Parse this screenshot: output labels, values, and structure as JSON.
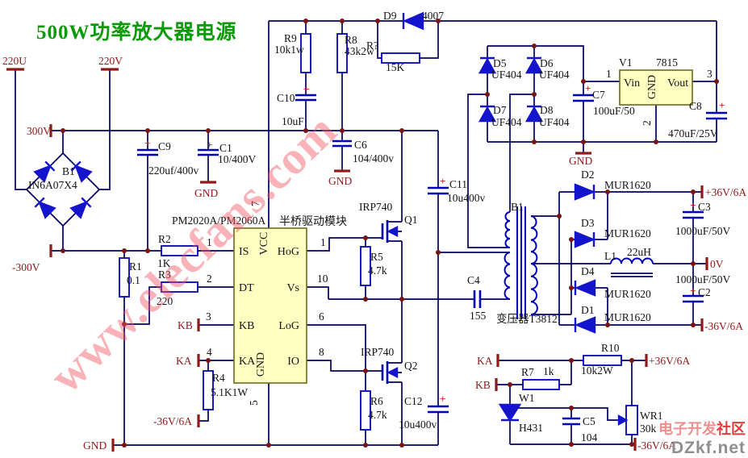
{
  "title": "500W功率放大器电源",
  "watermark": {
    "main": "www.elecfans.com",
    "cn1": "电子开发",
    "cn2": "社区",
    "net": "DZkf.net"
  },
  "sym": {
    "plus": "+"
  },
  "term": {
    "t220u": "220U",
    "t220v": "220V",
    "p300": "300V",
    "n300": "-300V",
    "gnd": "GND",
    "kb": "KB",
    "ka": "KA",
    "p36": "+36V/6A",
    "n36": "-36V/6A",
    "zero": "0V"
  },
  "ic": {
    "part": "PM2020A/PM2060A",
    "desc": "半桥驱动模块",
    "is": "IS",
    "dt": "DT",
    "kb": "KB",
    "ka": "KA",
    "vcc": "VCC",
    "gnd": "GND",
    "hog": "HoG",
    "vs": "Vs",
    "log": "LoG",
    "io": "IO",
    "p1": "1",
    "p2": "2",
    "p3": "3",
    "p4": "4",
    "p5": "5",
    "p6": "6",
    "p7": "7",
    "p8": "8",
    "p10": "10"
  },
  "reg": {
    "ref": "V1",
    "part": "7815",
    "vin": "Vin",
    "gnd": "GND",
    "vout": "Vout",
    "p1": "1",
    "p2": "2",
    "p3": "3"
  },
  "c": {
    "b1": "B1",
    "b1v": "IN6A07X4",
    "r1": "R1",
    "r1v": "0.1",
    "r2": "R2",
    "r2v": "1K",
    "r3": "R3",
    "r3v": "220",
    "r4": "R4",
    "r4v": "5.1K1W",
    "r5": "R5",
    "r6": "R6",
    "r47": "4.7k",
    "r7": "R7",
    "r7v": "1k",
    "r8": "R8",
    "r8v": "43k2w",
    "r9": "R9",
    "r9v": "10k1w",
    "r10": "R10",
    "r10v": "10k2W",
    "rq": "R?",
    "rqv": "15K",
    "wr1": "WR1",
    "wr1v": "30k",
    "c1": "C1",
    "c1v": "10/400V",
    "c2": "C2",
    "c3": "C3",
    "c1000": "1000uF/50V",
    "c4": "C4",
    "c4v": "155",
    "c5": "C5",
    "c5v": "104",
    "c6": "C6",
    "c6v": "104/400v",
    "c7": "C7",
    "c7v": "100uF/50",
    "c8": "C8",
    "c8v": "470uF/25V",
    "c9": "C9",
    "c9v": "220uf/400v",
    "c10": "C10",
    "c10v": "10uF",
    "c11": "C11",
    "c12": "C12",
    "c10u": "10u400v",
    "d1": "D1",
    "d2": "D2",
    "d3": "D3",
    "d4": "D4",
    "mur": "MUR1620",
    "d5": "D5",
    "d6": "D6",
    "d7": "D7",
    "d8": "D8",
    "uf404": "UF404",
    "d9": "D9",
    "d9v": "4007",
    "q1": "Q1",
    "q2": "Q2",
    "irf": "IRP740",
    "l1": "L1",
    "l1v": "22uH",
    "w1": "W1",
    "w1v": "H431",
    "tr": "B1",
    "trv": "变压器T3812"
  }
}
